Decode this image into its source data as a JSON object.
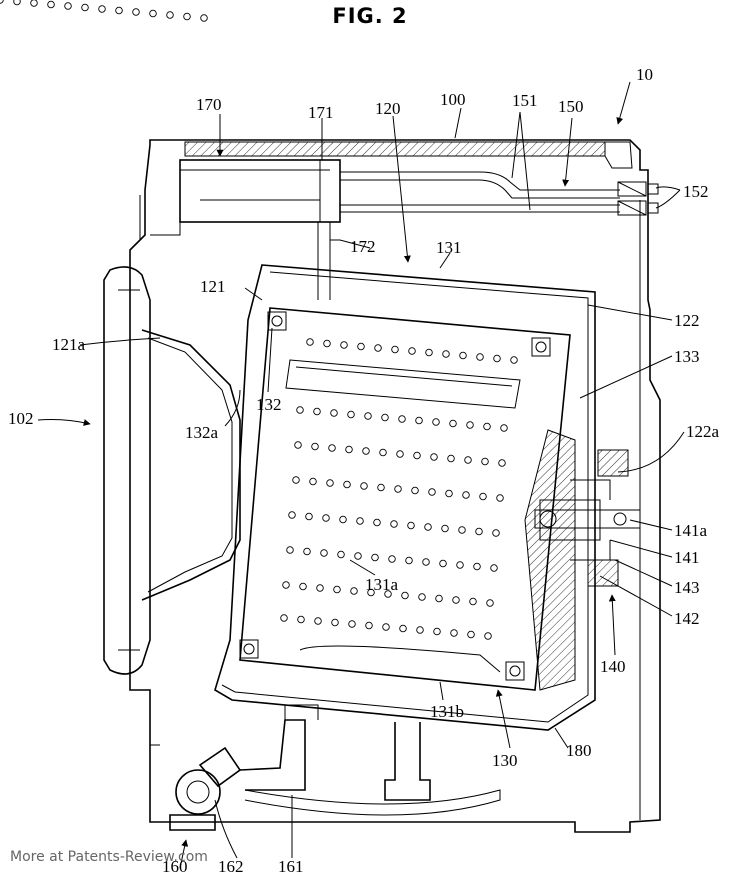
{
  "figure": {
    "title": "FIG. 2",
    "watermark": "More at Patents-Review.com"
  },
  "labels": {
    "l10": "10",
    "l100": "100",
    "l102": "102",
    "l120": "120",
    "l121": "121",
    "l121a": "121a",
    "l122": "122",
    "l122a": "122a",
    "l130": "130",
    "l131": "131",
    "l131a": "131a",
    "l131b": "131b",
    "l132": "132",
    "l132a": "132a",
    "l133": "133",
    "l140": "140",
    "l141": "141",
    "l141a": "141a",
    "l142": "142",
    "l143": "143",
    "l150": "150",
    "l151": "151",
    "l152": "152",
    "l160": "160",
    "l161": "161",
    "l162": "162",
    "l170": "170",
    "l171": "171",
    "l172": "172",
    "l180": "180"
  }
}
